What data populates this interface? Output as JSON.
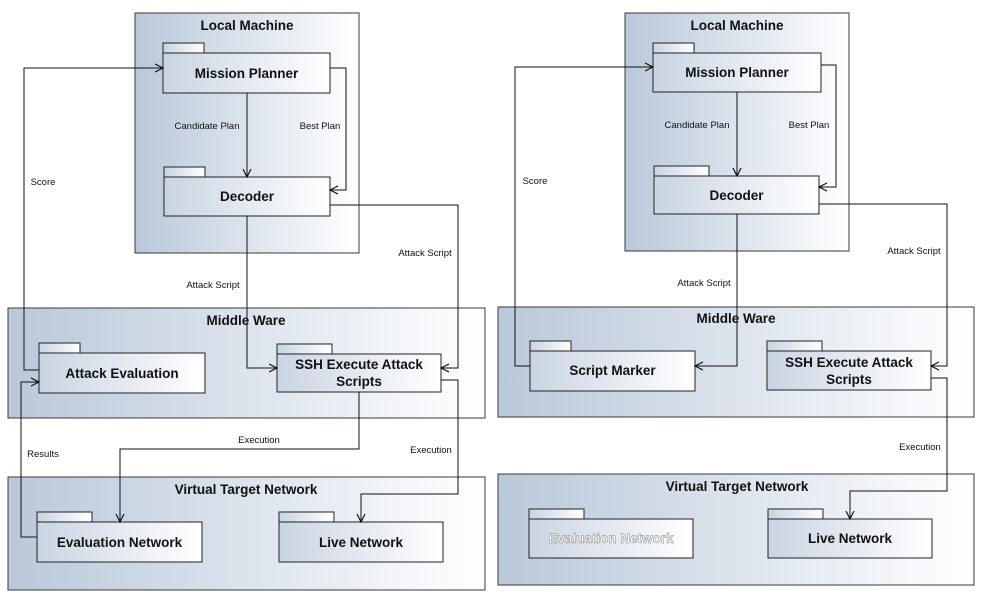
{
  "left": {
    "local_machine": {
      "title": "Local Machine",
      "mission_planner": "Mission Planner",
      "decoder": "Decoder",
      "candidate_plan": "Candidate Plan",
      "best_plan": "Best Plan"
    },
    "score_label": "Score",
    "attack_script_label_1": "Attack Script",
    "attack_script_label_2": "Attack Script",
    "middle_ware": {
      "title": "Middle Ware",
      "attack_evaluation": "Attack Evaluation",
      "ssh_execute_line1": "SSH Execute Attack",
      "ssh_execute_line2": "Scripts"
    },
    "execution_label_1": "Execution",
    "execution_label_2": "Execution",
    "results_label": "Results",
    "virtual_target_network": {
      "title": "Virtual Target Network",
      "evaluation_network": "Evaluation Network",
      "live_network": "Live Network"
    }
  },
  "right": {
    "local_machine": {
      "title": "Local Machine",
      "mission_planner": "Mission Planner",
      "decoder": "Decoder",
      "candidate_plan": "Candidate Plan",
      "best_plan": "Best Plan"
    },
    "score_label": "Score",
    "attack_script_label_1": "Attack Script",
    "attack_script_label_2": "Attack Script",
    "middle_ware": {
      "title": "Middle Ware",
      "script_marker": "Script Marker",
      "ssh_execute_line1": "SSH Execute Attack",
      "ssh_execute_line2": "Scripts"
    },
    "execution_label": "Execution",
    "virtual_target_network": {
      "title": "Virtual Target Network",
      "evaluation_network": "Evaluation Network",
      "live_network": "Live Network"
    }
  }
}
